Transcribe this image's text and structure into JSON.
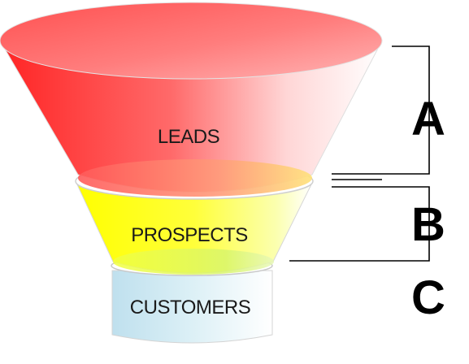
{
  "stages": [
    {
      "label": "LEADS",
      "color": "#ff2a2a"
    },
    {
      "label": "PROSPECTS",
      "color": "#ffff00"
    },
    {
      "label": "CUSTOMERS",
      "color": "#bfe3ef"
    }
  ],
  "sections": [
    {
      "letter": "A"
    },
    {
      "letter": "B"
    },
    {
      "letter": "C"
    }
  ]
}
